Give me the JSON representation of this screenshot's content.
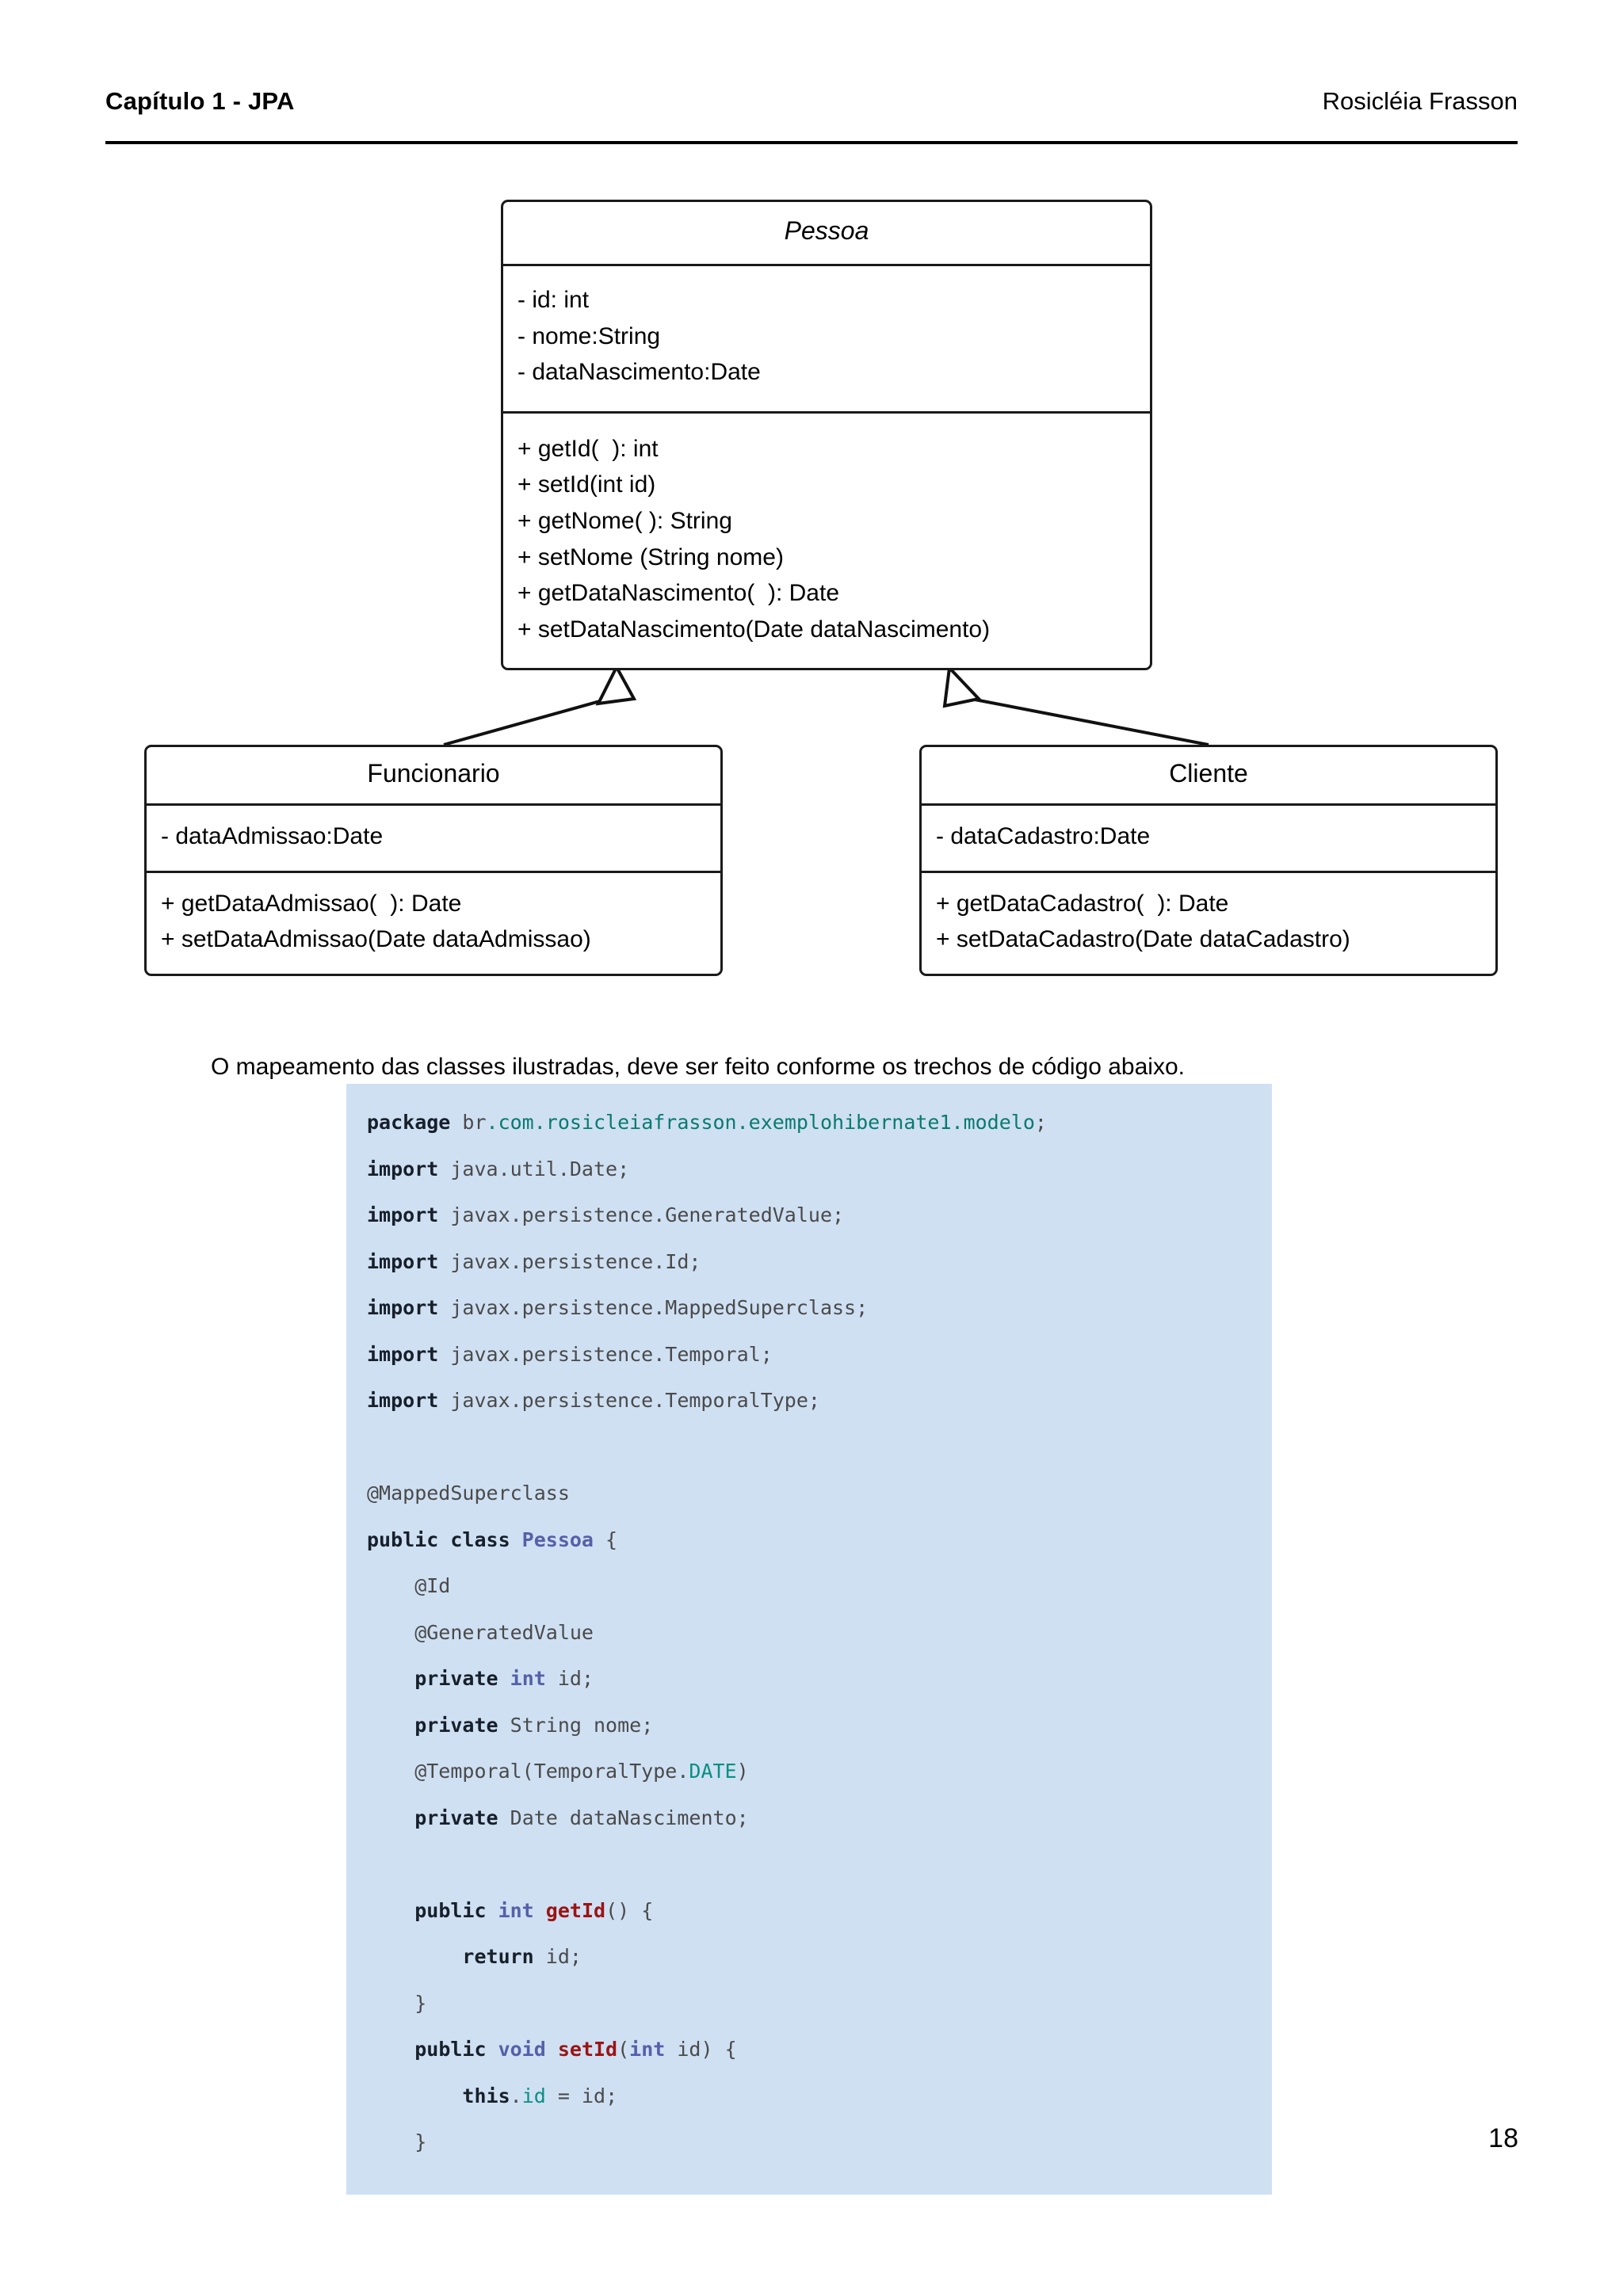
{
  "header": {
    "left_title": "Capítulo 1 - JPA",
    "right_author": "Rosicléia Frasson"
  },
  "diagram": {
    "type": "uml-class-diagram",
    "classes": [
      {
        "name": "Pessoa",
        "abstract": true,
        "attributes": [
          "- id: int",
          "- nome:String",
          "- dataNascimento:Date"
        ],
        "methods": [
          "+ getId(  ): int",
          "+ setId(int id)",
          "+ getNome( ): String",
          "+ setNome (String nome)",
          "+ getDataNascimento(  ): Date",
          "+ setDataNascimento(Date dataNascimento)"
        ]
      },
      {
        "name": "Funcionario",
        "abstract": false,
        "attributes": [
          "- dataAdmissao:Date"
        ],
        "methods": [
          "+ getDataAdmissao(  ): Date",
          "+ setDataAdmissao(Date dataAdmissao)"
        ]
      },
      {
        "name": "Cliente",
        "abstract": false,
        "attributes": [
          "- dataCadastro:Date"
        ],
        "methods": [
          "+ getDataCadastro(  ): Date",
          "+ setDataCadastro(Date dataCadastro)"
        ]
      }
    ],
    "relationships": [
      {
        "type": "generalization",
        "from": "Funcionario",
        "to": "Pessoa"
      },
      {
        "type": "generalization",
        "from": "Cliente",
        "to": "Pessoa"
      }
    ]
  },
  "body": {
    "paragraph": "O mapeamento das classes ilustradas, deve ser feito conforme os trechos de código abaixo."
  },
  "code": {
    "language": "java",
    "background_color": "#cfe0f3",
    "lines": [
      [
        {
          "t": "package ",
          "c": "kw"
        },
        {
          "t": "br",
          "c": "plain"
        },
        {
          "t": ".com.rosicleiafrasson.exemplohibernate1.modelo",
          "c": "pkg"
        },
        {
          "t": ";",
          "c": "plain"
        }
      ],
      [
        {
          "t": "import ",
          "c": "kw"
        },
        {
          "t": "java.util.Date;",
          "c": "plain"
        }
      ],
      [
        {
          "t": "import ",
          "c": "kw"
        },
        {
          "t": "javax.persistence.GeneratedValue;",
          "c": "plain"
        }
      ],
      [
        {
          "t": "import ",
          "c": "kw"
        },
        {
          "t": "javax.persistence.Id;",
          "c": "plain"
        }
      ],
      [
        {
          "t": "import ",
          "c": "kw"
        },
        {
          "t": "javax.persistence.MappedSuperclass;",
          "c": "plain"
        }
      ],
      [
        {
          "t": "import ",
          "c": "kw"
        },
        {
          "t": "javax.persistence.Temporal;",
          "c": "plain"
        }
      ],
      [
        {
          "t": "import ",
          "c": "kw"
        },
        {
          "t": "javax.persistence.TemporalType;",
          "c": "plain"
        }
      ],
      [],
      [
        {
          "t": "@MappedSuperclass",
          "c": "ann"
        }
      ],
      [
        {
          "t": "public class ",
          "c": "kw"
        },
        {
          "t": "Pessoa",
          "c": "cls"
        },
        {
          "t": " {",
          "c": "plain"
        }
      ],
      [
        {
          "t": "    @Id",
          "c": "ann"
        }
      ],
      [
        {
          "t": "    @GeneratedValue",
          "c": "ann"
        }
      ],
      [
        {
          "t": "    ",
          "c": "plain"
        },
        {
          "t": "private ",
          "c": "kw"
        },
        {
          "t": "int",
          "c": "type"
        },
        {
          "t": " id;",
          "c": "plain"
        }
      ],
      [
        {
          "t": "    ",
          "c": "plain"
        },
        {
          "t": "private ",
          "c": "kw"
        },
        {
          "t": "String nome;",
          "c": "plain"
        }
      ],
      [
        {
          "t": "    @Temporal(TemporalType.",
          "c": "ann"
        },
        {
          "t": "DATE",
          "c": "cst"
        },
        {
          "t": ")",
          "c": "ann"
        }
      ],
      [
        {
          "t": "    ",
          "c": "plain"
        },
        {
          "t": "private ",
          "c": "kw"
        },
        {
          "t": "Date dataNascimento;",
          "c": "plain"
        }
      ],
      [],
      [
        {
          "t": "    ",
          "c": "plain"
        },
        {
          "t": "public ",
          "c": "kw"
        },
        {
          "t": "int ",
          "c": "type"
        },
        {
          "t": "getId",
          "c": "fn"
        },
        {
          "t": "() {",
          "c": "plain"
        }
      ],
      [
        {
          "t": "        ",
          "c": "plain"
        },
        {
          "t": "return",
          "c": "kw"
        },
        {
          "t": " id;",
          "c": "plain"
        }
      ],
      [
        {
          "t": "    }",
          "c": "plain"
        }
      ],
      [
        {
          "t": "    ",
          "c": "plain"
        },
        {
          "t": "public ",
          "c": "kw"
        },
        {
          "t": "void ",
          "c": "type"
        },
        {
          "t": "setId",
          "c": "fn"
        },
        {
          "t": "(",
          "c": "plain"
        },
        {
          "t": "int",
          "c": "type"
        },
        {
          "t": " id) {",
          "c": "plain"
        }
      ],
      [
        {
          "t": "        ",
          "c": "plain"
        },
        {
          "t": "this",
          "c": "kw"
        },
        {
          "t": ".",
          "c": "plain"
        },
        {
          "t": "id",
          "c": "fld"
        },
        {
          "t": " = id;",
          "c": "plain"
        }
      ],
      [
        {
          "t": "    }",
          "c": "plain"
        }
      ]
    ]
  },
  "footer": {
    "page_number": "18"
  }
}
